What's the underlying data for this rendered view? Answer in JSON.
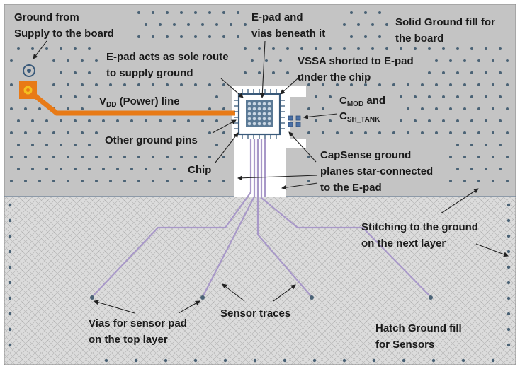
{
  "labels": {
    "ground_from_supply": [
      "Ground from",
      "Supply to the board"
    ],
    "epad_vias": [
      "E-pad and",
      "vias beneath it"
    ],
    "solid_ground": [
      "Solid Ground fill for",
      "the board"
    ],
    "epad_route": [
      "E-pad acts as sole route",
      "to supply ground"
    ],
    "vssa_shorted": [
      "VSSA shorted to E-pad",
      "under the chip"
    ],
    "vdd_line": {
      "main": "V",
      "sub": "DD",
      "rest": " (Power) line"
    },
    "cmod": {
      "main": "C",
      "sub": "MOD",
      "rest": " and"
    },
    "csh_tank": {
      "main": "C",
      "sub": "SH_TANK"
    },
    "other_ground_pins": "Other ground pins",
    "capsense_ground": [
      "CapSense ground",
      "planes star-connected",
      "to the E-pad"
    ],
    "chip": "Chip",
    "stitching": [
      "Stitching to the ground",
      "on the next layer"
    ],
    "vias_sensor_pad": [
      "Vias for sensor pad",
      "on the top layer"
    ],
    "sensor_traces": "Sensor traces",
    "hatch_ground": [
      "Hatch Ground fill",
      "for Sensors"
    ]
  },
  "colors": {
    "solid_fill": "#c4c4c4",
    "hatch_fill": "#dcdcdc",
    "via_dot": "#4a6275",
    "power_trace": "#e87a16",
    "sensor_trace": "#a898c8",
    "chip_outline": "#3a5a7a",
    "arrow": "#222222"
  }
}
